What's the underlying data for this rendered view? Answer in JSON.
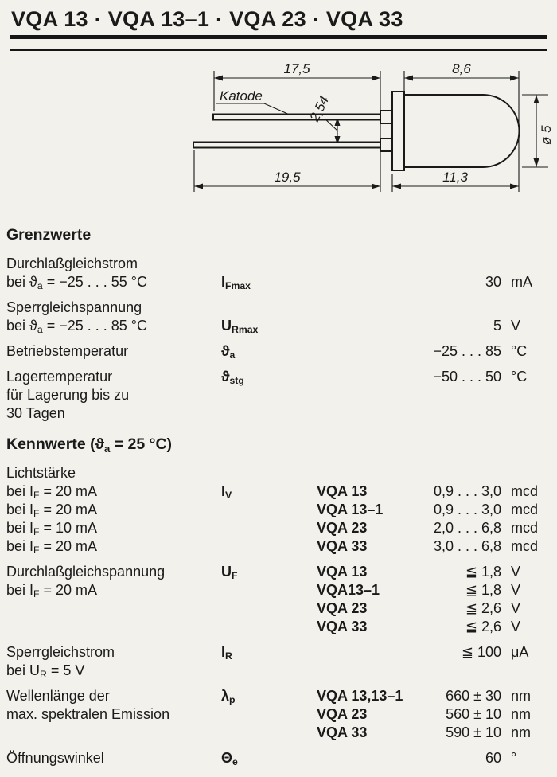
{
  "colors": {
    "paper": "#f3f1ec",
    "ink": "#1a1a1a"
  },
  "title": "VQA 13 · VQA 13–1 · VQA 23 · VQA 33",
  "drawing": {
    "dim_lead_top": "17,5",
    "dim_body_top": "8,6",
    "katode_label": "Katode",
    "dim_lead_pitch": "2,54",
    "dim_lead_bottom": "19,5",
    "dim_body_bottom": "11,3",
    "dim_diameter": "ø 5"
  },
  "grenzwerte": {
    "heading": "Grenzwerte",
    "blocks": [
      {
        "lines": [
          {
            "label": "Durchlaßgleichstrom"
          },
          {
            "label": "bei ϑ_{a} = −25 . . . 55 °C",
            "symbol": "I_{Fmax}",
            "value": "30",
            "unit": "mA"
          }
        ]
      },
      {
        "lines": [
          {
            "label": "Sperrgleichspannung"
          },
          {
            "label": "bei ϑ_{a} = −25 . . . 85 °C",
            "symbol": "U_{Rmax}",
            "value": "5",
            "unit": "V"
          }
        ]
      },
      {
        "lines": [
          {
            "label": "Betriebstemperatur",
            "symbol": "ϑ_{a}",
            "value": "−25 . . . 85",
            "unit": "°C"
          }
        ]
      },
      {
        "lines": [
          {
            "label": "Lagertemperatur",
            "symbol": "ϑ_{stg}",
            "value": "−50 . . . 50",
            "unit": "°C"
          },
          {
            "label": "für Lagerung bis zu"
          },
          {
            "label": "30 Tagen"
          }
        ]
      }
    ]
  },
  "kennwerte": {
    "heading": "Kennwerte (ϑ_{a} = 25 °C)",
    "blocks": [
      {
        "lines": [
          {
            "label": "Lichtstärke"
          },
          {
            "label": "bei I_{F} = 20 mA",
            "symbol": "I_{V}",
            "type": "VQA 13",
            "value": "0,9 . . . 3,0",
            "unit": "mcd"
          },
          {
            "label": "bei I_{F} = 20 mA",
            "type": "VQA 13–1",
            "value": "0,9 . . . 3,0",
            "unit": "mcd"
          },
          {
            "label": "bei I_{F} = 10 mA",
            "type": "VQA 23",
            "value": "2,0 . . . 6,8",
            "unit": "mcd"
          },
          {
            "label": "bei I_{F} = 20 mA",
            "type": "VQA 33",
            "value": "3,0 . . . 6,8",
            "unit": "mcd"
          }
        ]
      },
      {
        "lines": [
          {
            "label": "Durchlaßgleichspannung",
            "symbol": "U_{F}",
            "type": "VQA 13",
            "value": "≦ 1,8",
            "unit": "V"
          },
          {
            "label": "bei I_{F} = 20 mA",
            "type": "VQA13–1",
            "value": "≦ 1,8",
            "unit": "V"
          },
          {
            "type": "VQA 23",
            "value": "≦ 2,6",
            "unit": "V"
          },
          {
            "type": "VQA 33",
            "value": "≦ 2,6",
            "unit": "V"
          }
        ]
      },
      {
        "lines": [
          {
            "label": "Sperrgleichstrom",
            "symbol": "I_{R}",
            "value": "≦ 100",
            "unit": "μA"
          },
          {
            "label": "bei U_{R} = 5 V"
          }
        ]
      },
      {
        "lines": [
          {
            "label": "Wellenlänge der",
            "symbol": "λ_{p}",
            "type": "VQA 13,13–1",
            "value": "660 ± 30",
            "unit": "nm"
          },
          {
            "label": "max. spektralen Emission",
            "type": "VQA 23",
            "value": "560 ± 10",
            "unit": "nm"
          },
          {
            "type": "VQA 33",
            "value": "590 ± 10",
            "unit": "nm"
          }
        ]
      },
      {
        "lines": [
          {
            "label": "Öffnungswinkel",
            "symbol": "Θ_{e}",
            "value": "60",
            "unit": "°"
          }
        ]
      }
    ]
  }
}
